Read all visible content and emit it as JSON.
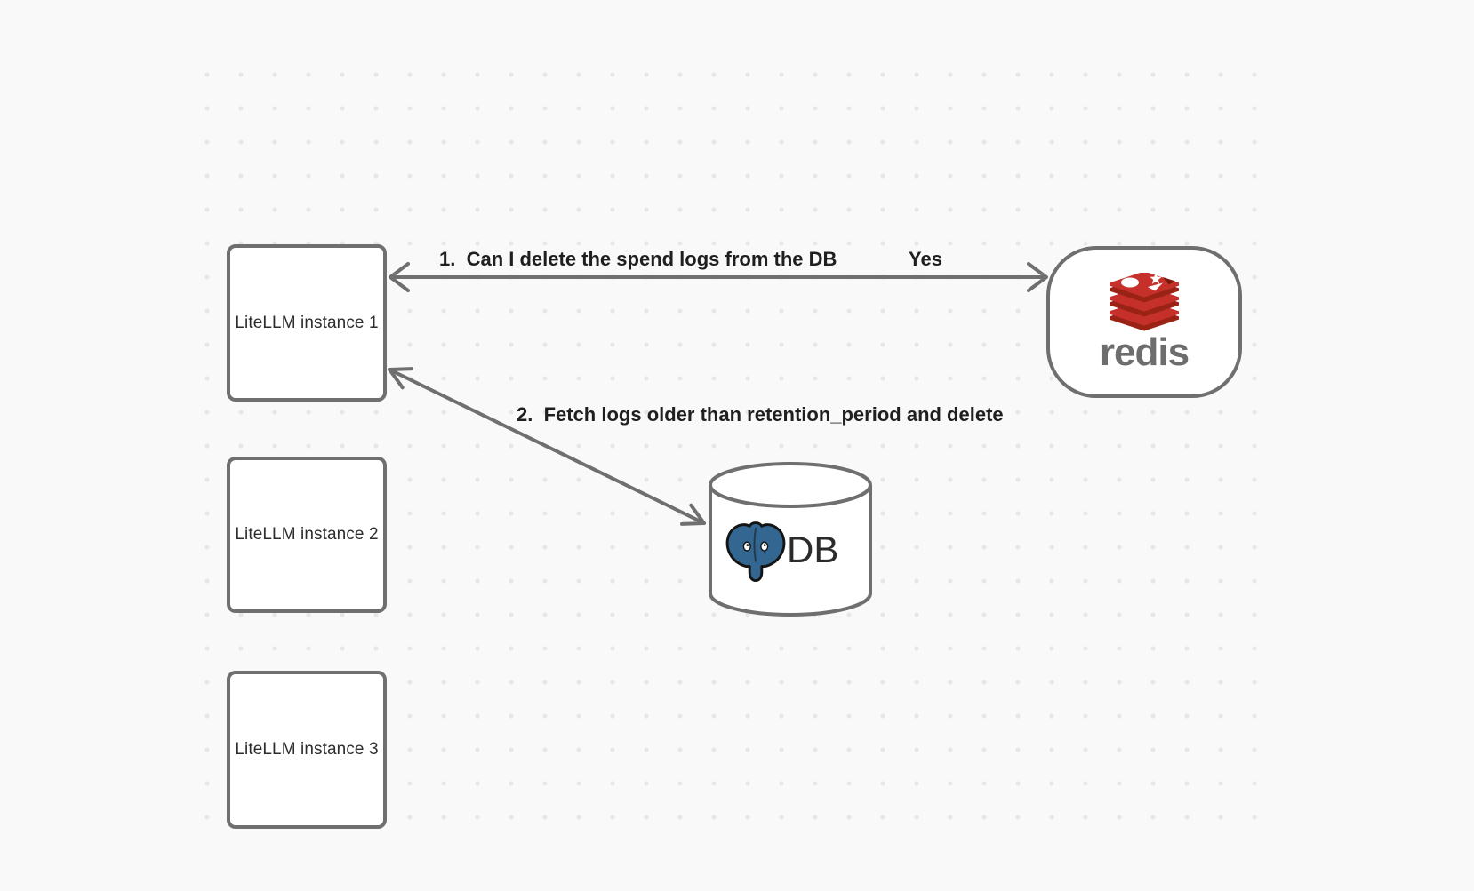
{
  "theme": {
    "background": "#f9f9f9",
    "dot": "#e7e7e7",
    "stroke": "#6f6f6f",
    "text": "#1f1f1f",
    "node_fill": "#ffffff",
    "redis_red": "#c6302b",
    "redis_red_dark": "#9a2315",
    "redis_notch": "#7c1a0d",
    "redis_wordmark": "#6d6d6d",
    "postgres_blue": "#336791"
  },
  "nodes": {
    "instances": [
      {
        "label": "LiteLLM instance 1"
      },
      {
        "label": "LiteLLM instance 2"
      },
      {
        "label": "LiteLLM instance 3"
      }
    ],
    "redis": {
      "label": "redis",
      "icon": "redis-stack-icon"
    },
    "db": {
      "label": "DB",
      "icon": "postgresql-elephant-icon"
    }
  },
  "edges": [
    {
      "label": "1.  Can I delete the spend logs from the DB",
      "response": "Yes",
      "from": "LiteLLM instance 1",
      "to": "redis",
      "direction": "bidirectional"
    },
    {
      "label": "2.  Fetch logs older than retention_period and delete",
      "from": "LiteLLM instance 1",
      "to": "DB",
      "direction": "bidirectional"
    }
  ]
}
